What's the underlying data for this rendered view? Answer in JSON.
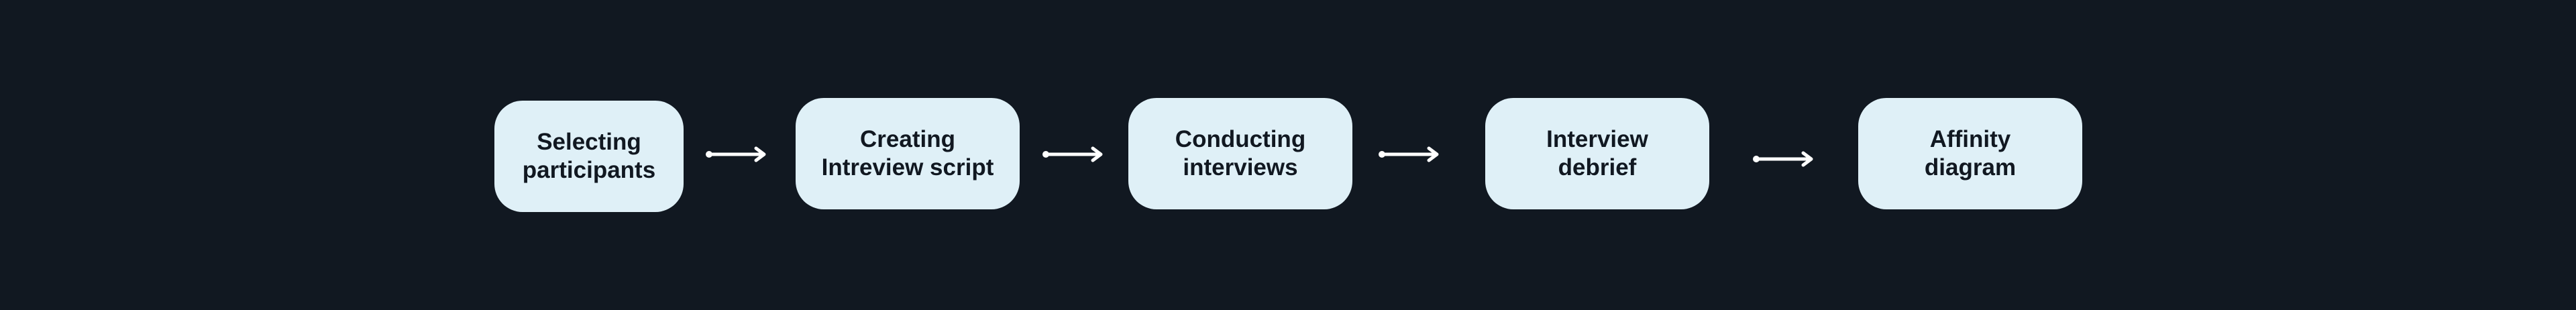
{
  "colors": {
    "background": "#111821",
    "box_fill": "#dff0f7",
    "box_text": "#111821",
    "arrow": "#ffffff"
  },
  "steps": [
    {
      "lines": [
        "Selecting",
        "participants"
      ]
    },
    {
      "lines": [
        "Creating",
        "Intreview script"
      ]
    },
    {
      "lines": [
        "Conducting",
        "interviews"
      ]
    },
    {
      "lines": [
        "Interview",
        "debrief"
      ]
    },
    {
      "lines": [
        "Affinity",
        "diagram"
      ]
    }
  ]
}
